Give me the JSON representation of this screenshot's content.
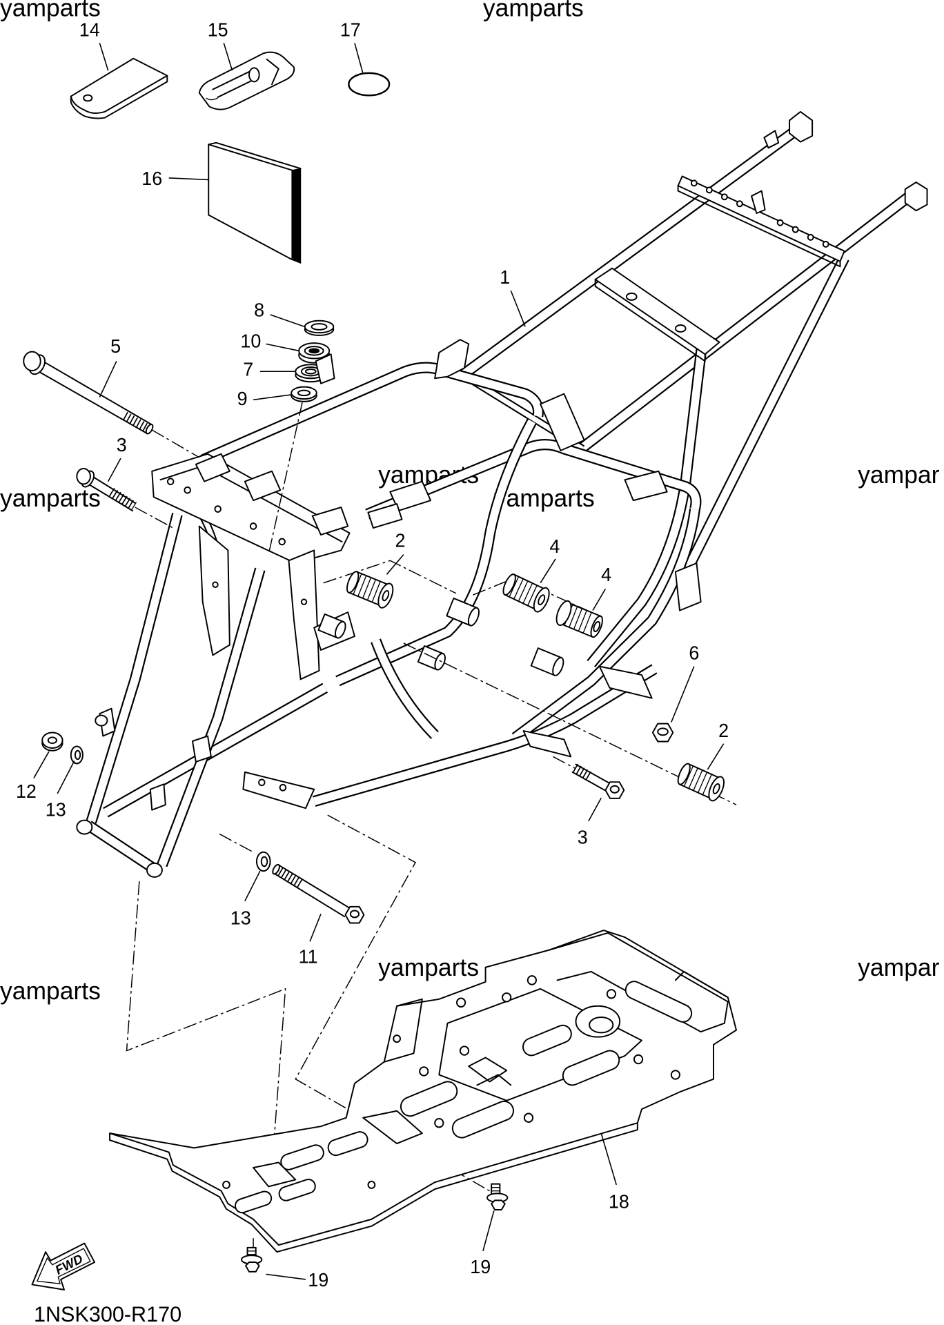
{
  "watermarks": [
    "yamparts",
    "yamparts",
    "yamparts",
    "yamparts",
    "yamparts",
    "yampar",
    "yamparts",
    "yamparts",
    "yamparts",
    "yampar"
  ],
  "callouts": [
    "14",
    "15",
    "17",
    "16",
    "1",
    "8",
    "10",
    "7",
    "9",
    "5",
    "3",
    "2",
    "4",
    "4",
    "6",
    "2",
    "12",
    "13",
    "3",
    "13",
    "11",
    "18",
    "19",
    "19"
  ],
  "fwd_arrow_label": "FWD",
  "diagram_code": "1NSK300-R170"
}
